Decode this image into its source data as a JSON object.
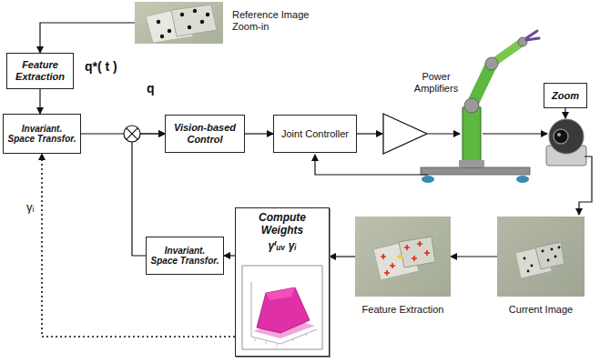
{
  "diagram": {
    "nodes": [
      {
        "text": [
          "Reference Image Zoom-in"
        ]
      },
      {
        "text": [
          "Feature Extraction"
        ]
      },
      {
        "text": [
          "Invariant. Space Transfor."
        ]
      },
      {
        "text": [
          "Vision-based Control"
        ]
      },
      {
        "text": [
          "Joint Controller"
        ]
      },
      {
        "text": [
          "Power Amplifiers"
        ]
      },
      {
        "text": [
          "Zoom"
        ]
      },
      {
        "text": [
          "Current Image"
        ]
      },
      {
        "text": [
          "Feature Extraction"
        ]
      },
      {
        "text": [
          "Compute Weights",
          "γⁱᵤᵥ γᵢ"
        ]
      },
      {
        "text": [
          "Invariant. Space Transfor."
        ]
      }
    ],
    "edges": [
      {
        "from": 0,
        "to": 1,
        "arrow": "to"
      },
      {
        "from": 1,
        "to": 2,
        "arrow": "to"
      },
      {
        "from": 2,
        "to": 3,
        "arrow": "to",
        "label": "q*( t )"
      },
      {
        "from": 10,
        "to": 3,
        "arrow": "to",
        "label": "q"
      },
      {
        "from": 3,
        "to": 4,
        "arrow": "to"
      },
      {
        "from": 4,
        "to": 5,
        "arrow": "to"
      },
      {
        "from": 7,
        "to": 8,
        "arrow": "to"
      },
      {
        "from": 8,
        "to": 9,
        "arrow": "to"
      },
      {
        "from": 9,
        "to": 10,
        "arrow": "to"
      },
      {
        "from": 9,
        "to": 2,
        "arrow": "to",
        "label": "γᵢ"
      }
    ]
  }
}
